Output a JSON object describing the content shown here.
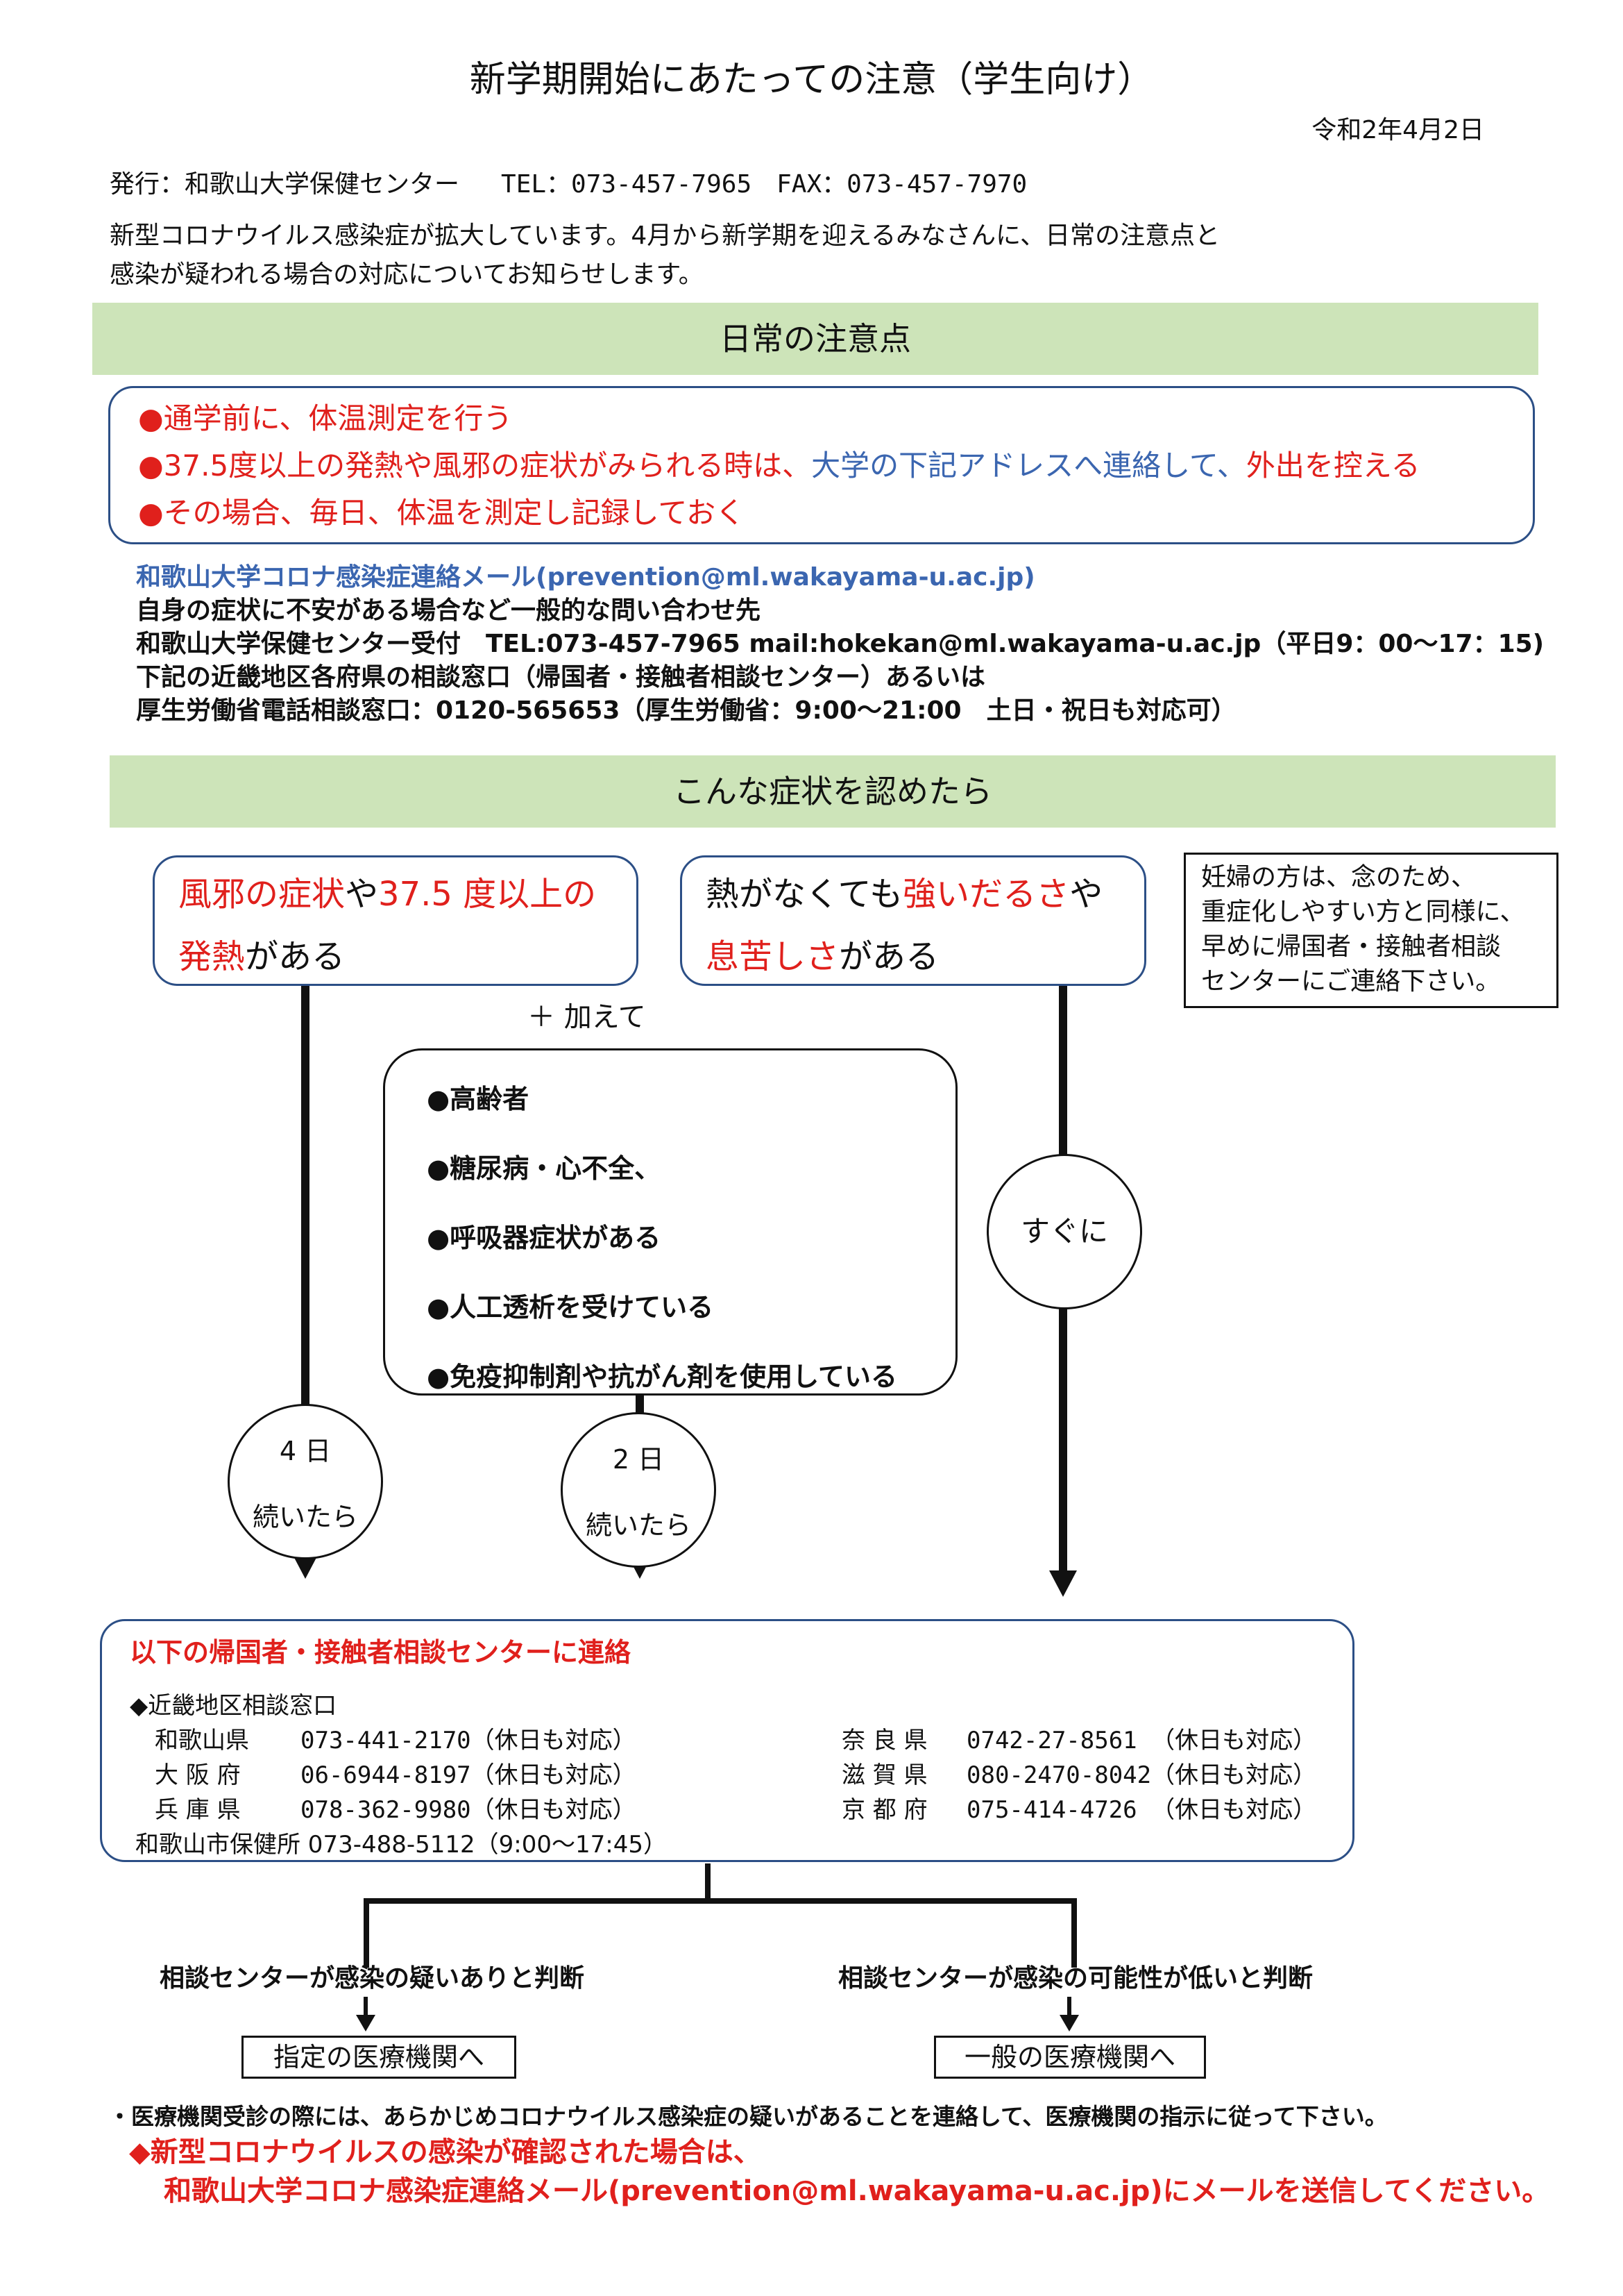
{
  "title": "新学期開始にあたっての注意（学生向け）",
  "date": "令和2年4月2日",
  "issuer": {
    "label": "発行：和歌山大学保健センター",
    "tel_fax": "TEL：073-457-7965　FAX：073-457-7970"
  },
  "intro": [
    "新型コロナウイルス感染症が拡大しています。4月から新学期を迎えるみなさんに、日常の注意点と",
    "感染が疑われる場合の対応についてお知らせします。"
  ],
  "daily": {
    "heading": "日常の注意点",
    "item1": "●通学前に、体温測定を行う",
    "item2_a": "●37.5度以上の発熱や風邪の症状がみられる時は、",
    "item2_b": "大学の下記アドレスへ連絡して、",
    "item2_c": "外出を控える",
    "item3": "●その場合、毎日、体温を測定し記録しておく"
  },
  "contacts": {
    "mail": "和歌山大学コロナ感染症連絡メール(prevention@ml.wakayama-u.ac.jp)",
    "general": "自身の症状に不安がある場合など一般的な問い合わせ先",
    "health_center": "和歌山大学保健センター受付　TEL:073-457-7965 mail:hokekan@ml.wakayama-u.ac.jp（平日9：00〜17：15)",
    "kinki_window": "下記の近畿地区各府県の相談窓口（帰国者・接触者相談センター）あるいは",
    "mhlw": "厚生労働省電話相談窓口：0120-565653（厚生労働省：9:00〜21:00　土日・祝日も対応可）"
  },
  "symptoms": {
    "heading": "こんな症状を認めたら",
    "box1": {
      "red1": "風邪の症状",
      "black1": "や",
      "red2": "37.5 度以上の",
      "red3": "発熱",
      "black2": "がある"
    },
    "box2": {
      "black1": "熱がなくても",
      "red1": "強いだるさ",
      "black2": "や",
      "red2": "息苦しさ",
      "black3": "がある"
    },
    "pregnant": [
      "妊婦の方は、念のため、",
      "重症化しやすい方と同様に、",
      "早めに帰国者・接触者相談",
      "センターにご連絡下さい。"
    ],
    "plus": "＋ 加えて",
    "risks": [
      "●高齢者",
      "●糖尿病・心不全、",
      "●呼吸器症状がある",
      "●人工透析を受けている",
      "●免疫抑制剤や抗がん剤を使用している"
    ],
    "c1_top": "4 日",
    "c1_bottom": "続いたら",
    "c2_top": "2 日",
    "c2_bottom": "続いたら",
    "c3": "すぐに"
  },
  "center": {
    "head": "以下の帰国者・接触者相談センターに連絡",
    "kinki_title": "◆近畿地区相談窓口",
    "left": [
      {
        "pref": "和歌山県",
        "tel": "073-441-2170（休日も対応）"
      },
      {
        "pref": "大 阪 府",
        "tel": "06-6944-8197（休日も対応）"
      },
      {
        "pref": "兵 庫 県",
        "tel": "078-362-9980（休日も対応）"
      }
    ],
    "right": [
      {
        "pref": "奈 良 県",
        "tel": "0742-27-8561 （休日も対応）"
      },
      {
        "pref": "滋 賀 県",
        "tel": "080-2470-8042（休日も対応）"
      },
      {
        "pref": "京 都 府",
        "tel": "075-414-4726 （休日も対応）"
      }
    ],
    "city": "和歌山市保健所 073-488-5112（9:00〜17:45）"
  },
  "outcomes": {
    "left_judge": "相談センターが感染の疑いありと判断",
    "right_judge": "相談センターが感染の可能性が低いと判断",
    "left_dest": "指定の医療機関へ",
    "right_dest": "一般の医療機関へ"
  },
  "note": "・医療機関受診の際には、あらかじめコロナウイルス感染症の疑いがあることを連絡して、医療機関の指示に従って下さい。",
  "warning": [
    "◆新型コロナウイルスの感染が確認された場合は、",
    "和歌山大学コロナ感染症連絡メール(prevention@ml.wakayama-u.ac.jp)にメールを送信してください。"
  ]
}
